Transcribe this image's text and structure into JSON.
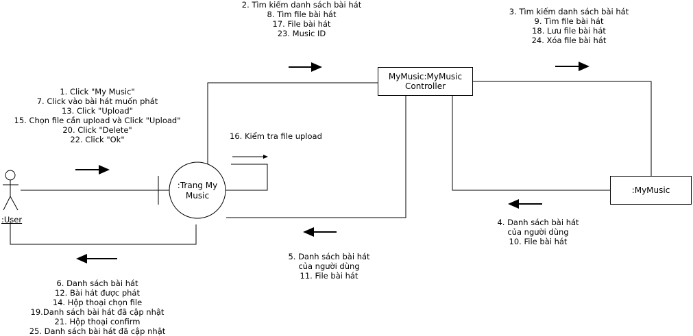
{
  "actor": {
    "label": ":User"
  },
  "boundary": {
    "lines": [
      ":Trang My",
      "Music"
    ]
  },
  "controller": {
    "lines": [
      "MyMusic:MyMusic",
      "Controller"
    ]
  },
  "entity": {
    "label": ":MyMusic"
  },
  "messages": {
    "user_to_page": [
      "1. Click \"My Music\"",
      "7. Click vào bài hát muốn phát",
      "13. Click \"Upload\"",
      "15. Chọn file cần upload và Click \"Upload\"",
      "20. Click \"Delete\"",
      "22. Click \"Ok\""
    ],
    "page_to_controller": [
      "2. Tìm kiếm danh sách bài hát",
      "8. Tìm file bài hát",
      "17. File bài hát",
      "23.  Music ID"
    ],
    "controller_to_entity": [
      "3. Tìm kiếm danh sách bài hát",
      "9. Tìm file bài hát",
      "18. Lưu file bài hát",
      "24. Xóa file bài hát"
    ],
    "self_check": [
      "16. Kiểm tra file upload"
    ],
    "entity_to_controller": [
      "4. Danh sách bài hát",
      "của người dùng",
      "10. File bài hát"
    ],
    "controller_to_page": [
      "5. Danh sách bài hát",
      "của người dùng",
      "11. File bài hát"
    ],
    "page_to_user": [
      "6. Danh sách bài hát",
      "12. Bài hát được phát",
      "14. Hộp thoại chọn file",
      "19.Danh sách bài hát đã cập nhật",
      "21. Hộp thoại confirm",
      "25. Danh sách bài hát đã cập nhật"
    ]
  }
}
